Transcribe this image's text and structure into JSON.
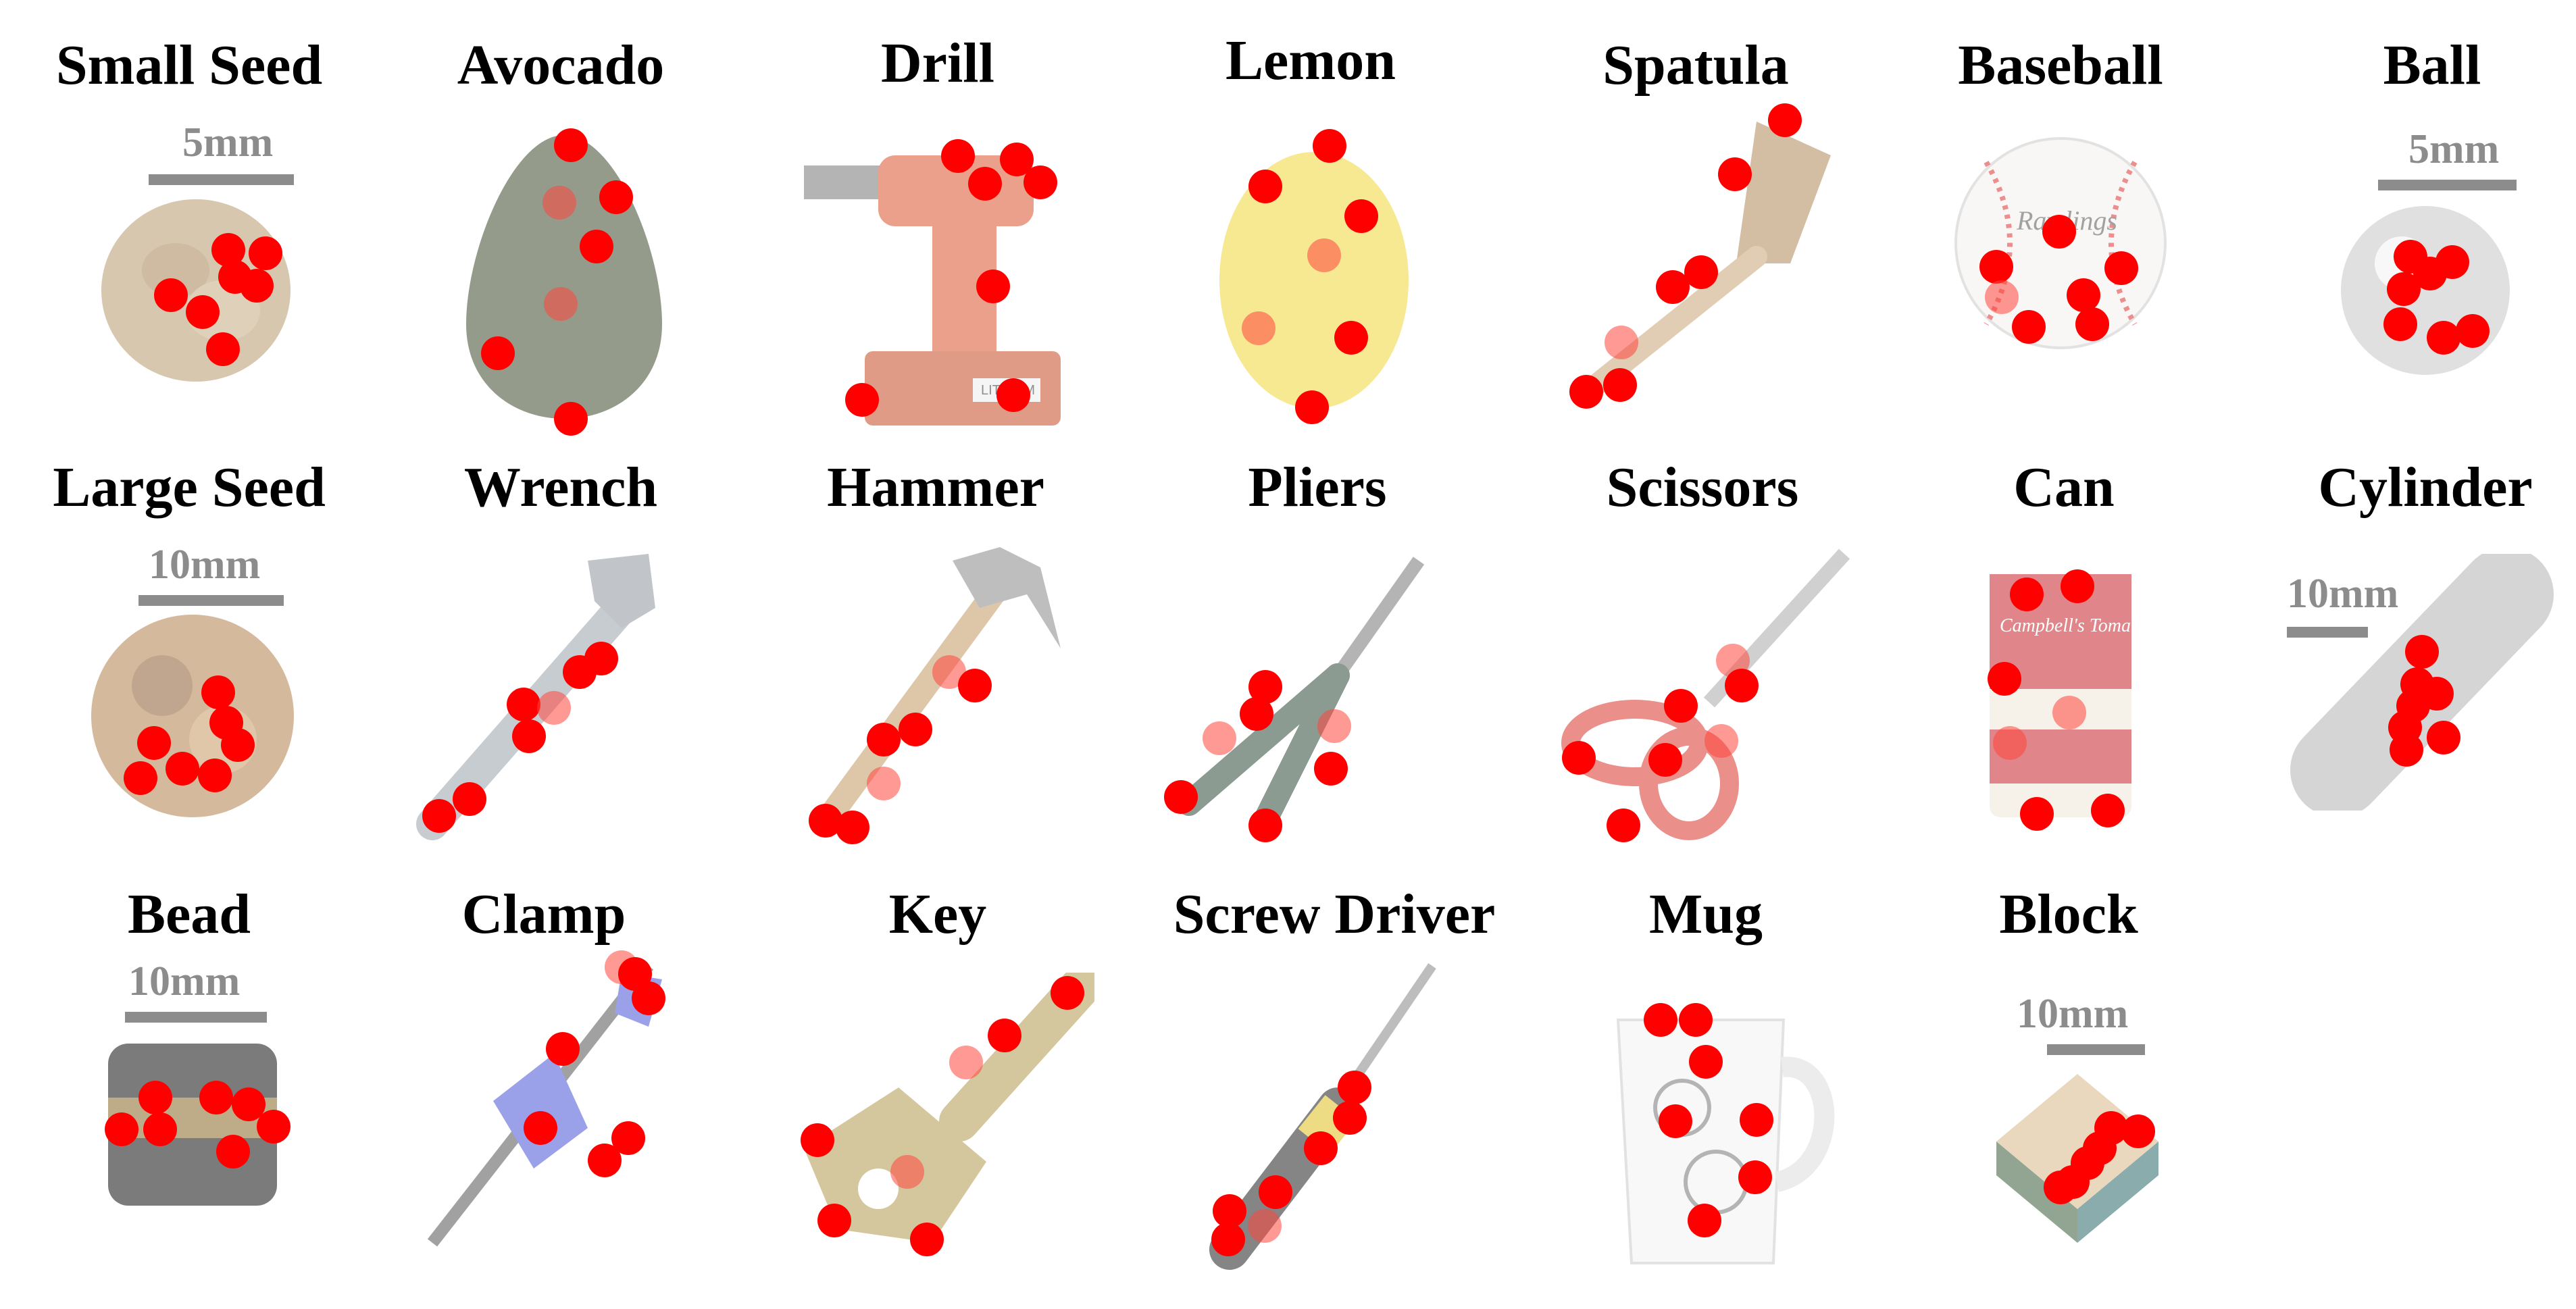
{
  "colors": {
    "contact_point": "#ff0000",
    "scale_bar": "#8c8c8c",
    "label": "#000000"
  },
  "objects": [
    {
      "id": "small-seed",
      "label": "Small Seed",
      "scale": "5mm",
      "icon": "rough-sphere-icon"
    },
    {
      "id": "avocado",
      "label": "Avocado",
      "icon": "avocado-icon"
    },
    {
      "id": "drill",
      "label": "Drill",
      "icon": "drill-icon",
      "image_text": "LITHIUM"
    },
    {
      "id": "lemon",
      "label": "Lemon",
      "icon": "lemon-icon"
    },
    {
      "id": "spatula",
      "label": "Spatula",
      "icon": "spatula-icon"
    },
    {
      "id": "baseball",
      "label": "Baseball",
      "icon": "baseball-icon",
      "image_text": "Rawlings"
    },
    {
      "id": "ball",
      "label": "Ball",
      "scale": "5mm",
      "icon": "metal-ball-icon"
    },
    {
      "id": "large-seed",
      "label": "Large Seed",
      "scale": "10mm",
      "icon": "rough-sphere-icon"
    },
    {
      "id": "wrench",
      "label": "Wrench",
      "icon": "wrench-icon"
    },
    {
      "id": "hammer",
      "label": "Hammer",
      "icon": "hammer-icon"
    },
    {
      "id": "pliers",
      "label": "Pliers",
      "icon": "pliers-icon"
    },
    {
      "id": "scissors",
      "label": "Scissors",
      "icon": "scissors-icon"
    },
    {
      "id": "can",
      "label": "Can",
      "icon": "soup-can-icon",
      "image_text": "Campbell's Tomato SOUP"
    },
    {
      "id": "cylinder",
      "label": "Cylinder",
      "scale": "10mm",
      "icon": "cylinder-icon"
    },
    {
      "id": "bead",
      "label": "Bead",
      "scale": "10mm",
      "icon": "bead-icon"
    },
    {
      "id": "clamp",
      "label": "Clamp",
      "icon": "clamp-icon"
    },
    {
      "id": "key",
      "label": "Key",
      "icon": "key-icon"
    },
    {
      "id": "screw-driver",
      "label": "Screw Driver",
      "icon": "screwdriver-icon"
    },
    {
      "id": "mug",
      "label": "Mug",
      "icon": "mug-icon"
    },
    {
      "id": "block",
      "label": "Block",
      "scale": "10mm",
      "icon": "block-icon"
    }
  ]
}
